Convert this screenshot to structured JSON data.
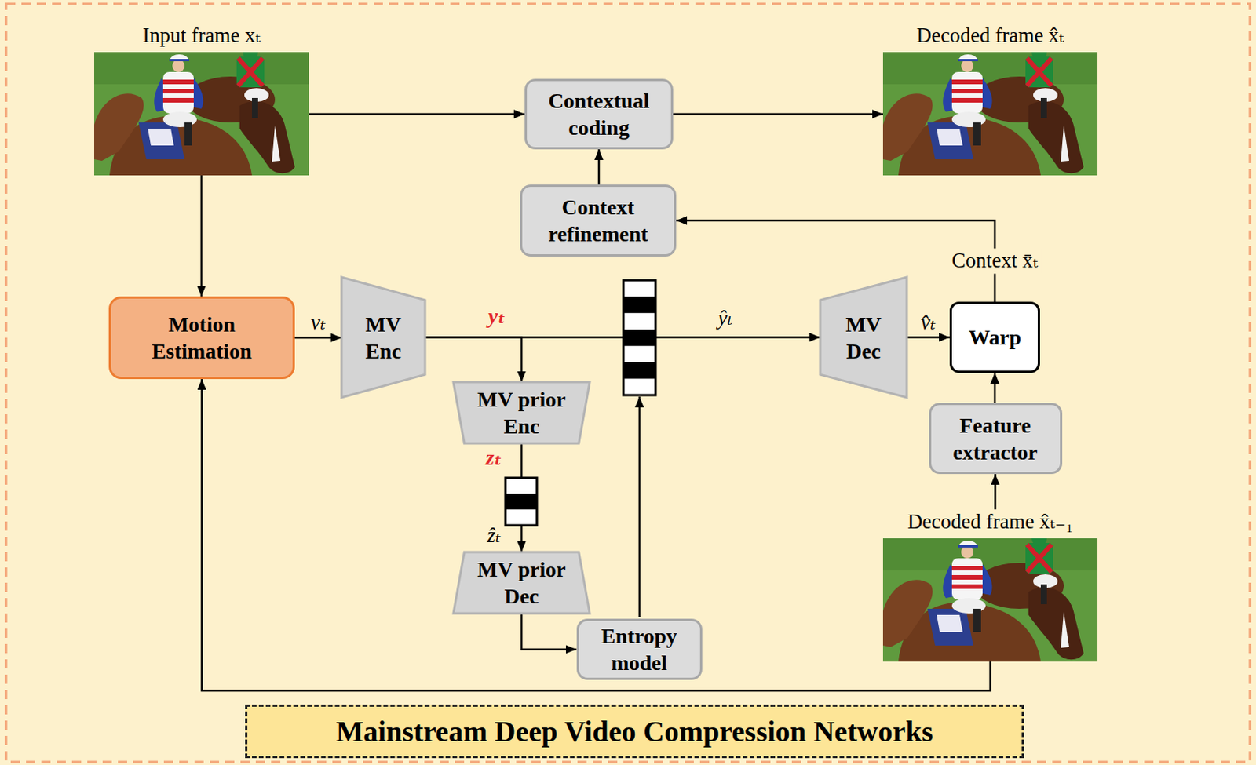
{
  "diagram": {
    "title": "Mainstream Deep Video Compression Networks",
    "nodes": [
      {
        "text": [
          "Input frame xₜ"
        ]
      },
      {
        "text": [
          "Contextual coding"
        ]
      },
      {
        "text": [
          "Decoded frame x̂ₜ"
        ]
      },
      {
        "text": [
          "Context refinement"
        ]
      },
      {
        "text": [
          "Motion Estimation"
        ]
      },
      {
        "text": [
          "MV Enc"
        ]
      },
      {
        "text": [
          "MV prior Enc"
        ]
      },
      {
        "text": [
          "MV prior Dec"
        ]
      },
      {
        "text": [
          "Entropy model"
        ]
      },
      {
        "text": [
          "MV Dec"
        ]
      },
      {
        "text": [
          "Warp"
        ]
      },
      {
        "text": [
          "Feature extractor"
        ]
      },
      {
        "text": [
          "Decoded frame x̂ₜ₋₁"
        ]
      }
    ],
    "edges": [
      {
        "from": 0,
        "to": 1,
        "arrow": "to"
      },
      {
        "from": 1,
        "to": 2,
        "arrow": "to"
      },
      {
        "from": 0,
        "to": 4,
        "arrow": "to"
      },
      {
        "from": 3,
        "to": 1,
        "arrow": "to"
      },
      {
        "from": 10,
        "to": 3,
        "label": "Context x̄ₜ",
        "arrow": "to"
      },
      {
        "from": 4,
        "to": 5,
        "label": "vₜ",
        "arrow": "to"
      },
      {
        "from": 5,
        "to": 9,
        "arrow": "to"
      },
      {
        "from": 5,
        "to": 6,
        "arrow": "to"
      },
      {
        "from": 6,
        "to": 7,
        "arrow": "to"
      },
      {
        "from": 7,
        "to": 8,
        "arrow": "to"
      },
      {
        "from": 9,
        "to": 10,
        "label": "v̂ₜ",
        "arrow": "to"
      },
      {
        "from": 11,
        "to": 10,
        "arrow": "to"
      },
      {
        "from": 12,
        "to": 11,
        "arrow": "to"
      },
      {
        "from": 12,
        "to": 4,
        "arrow": "to"
      }
    ],
    "labels": [
      "yₜ",
      "ŷₜ",
      "zₜ",
      "ẑₜ"
    ]
  }
}
